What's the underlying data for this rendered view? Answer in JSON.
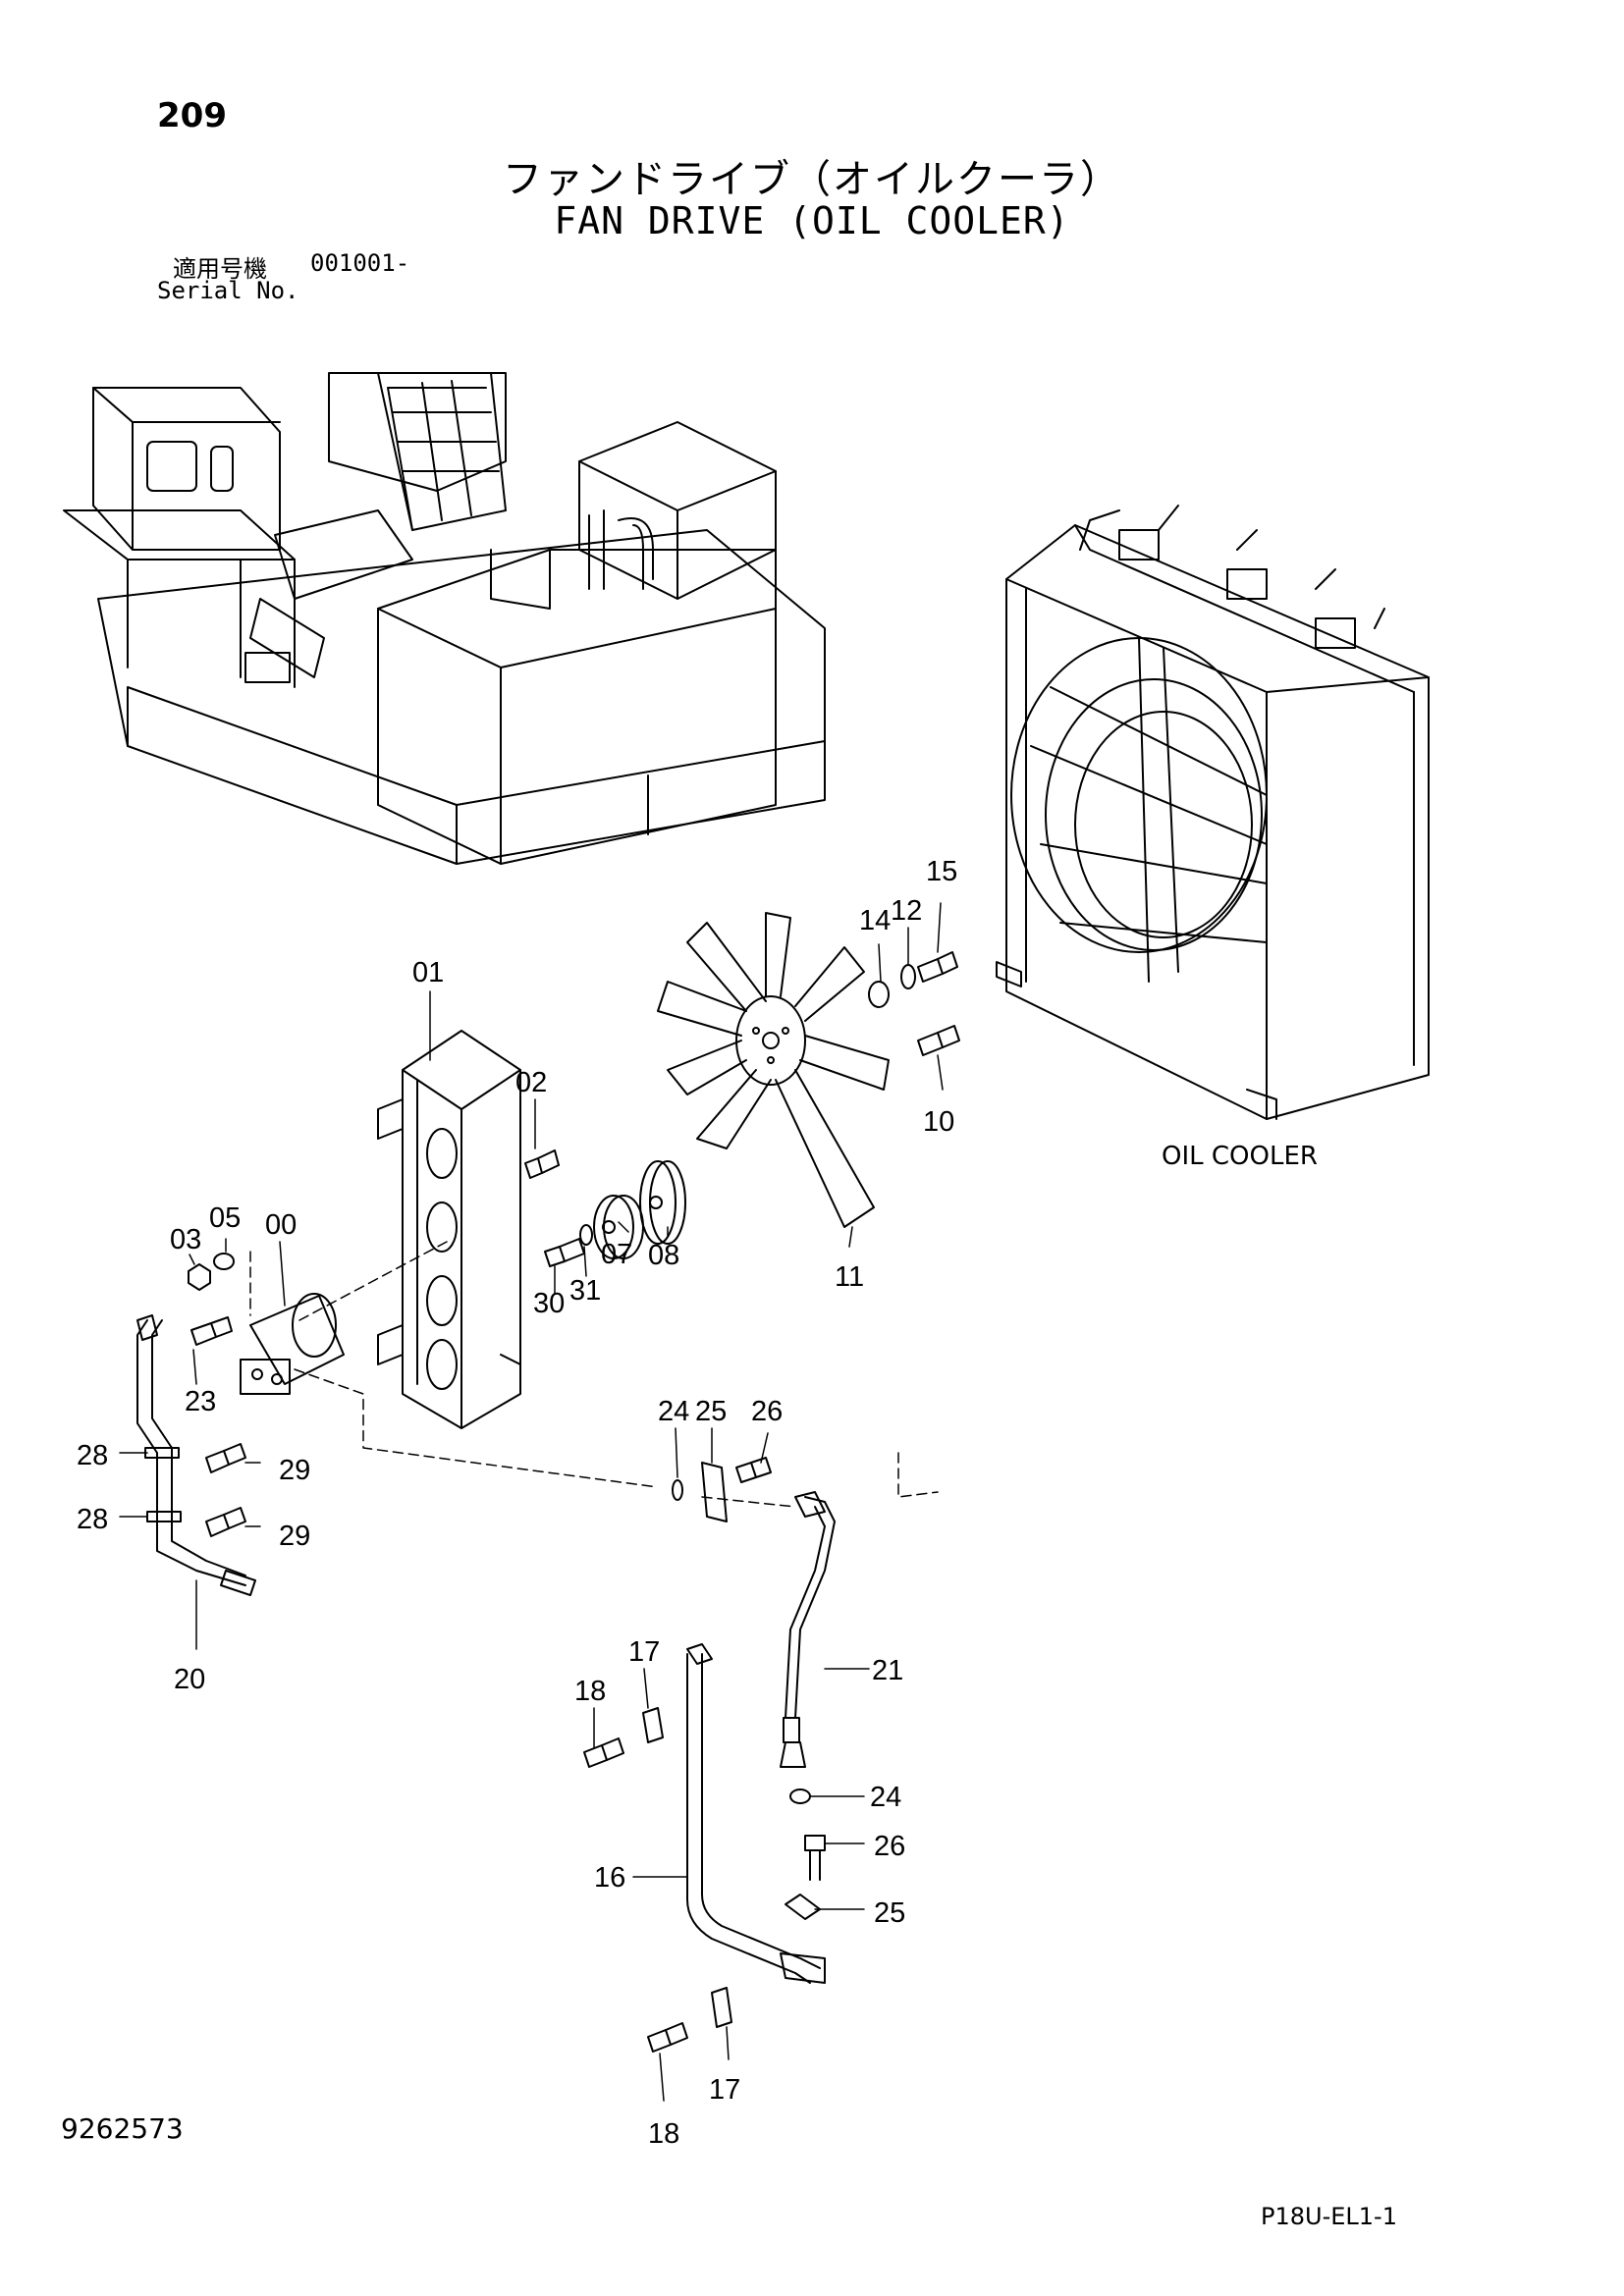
{
  "header": {
    "page_number": "209",
    "title_jp": "ファンドライブ（オイルクーラ）",
    "title_en": "FAN DRIVE (OIL COOLER)",
    "serial_label_jp": "適用号機",
    "serial_code": "001001-",
    "serial_label_en": "Serial No."
  },
  "footer": {
    "doc_number": "9262573",
    "page_code": "P18U-EL1-1"
  },
  "diagram": {
    "oil_cooler_label": "OIL COOLER",
    "part_labels": [
      "01",
      "02",
      "03",
      "05",
      "00",
      "07",
      "08",
      "30",
      "31",
      "11",
      "10",
      "14",
      "12",
      "15",
      "23",
      "24",
      "25",
      "26",
      "28",
      "29",
      "28",
      "29",
      "20",
      "17",
      "18",
      "21",
      "24",
      "26",
      "16",
      "25",
      "17",
      "18"
    ]
  }
}
